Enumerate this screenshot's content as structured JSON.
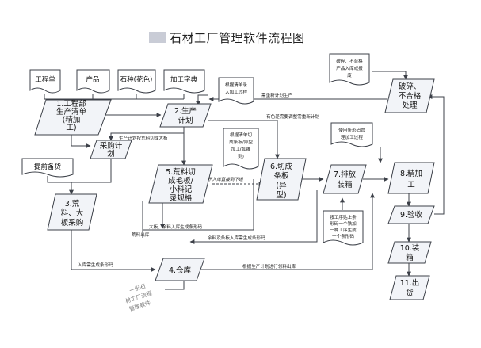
{
  "title": "石材工厂管理软件流程图",
  "inputs": [
    "工程单",
    "产品",
    "石种(花色)",
    "加工字典"
  ],
  "notes": {
    "record": [
      "根据清单录",
      "入加工过程"
    ],
    "cutting": [
      "根据清单切",
      "成条板/异型",
      "加工(如雕",
      "刻)"
    ],
    "break": [
      "破碎、不合格",
      "产品入库或报",
      "废"
    ],
    "code_mgmt": [
      "使用条形码管",
      "理加工过程"
    ],
    "pack_label": [
      "按工序贴上条",
      "形码一个铁加",
      "一种工序生成",
      "一个条形码"
    ],
    "advance": [
      "提前备货"
    ]
  },
  "steps": {
    "s1": [
      "1.工程部",
      "生产清单",
      "(精加",
      "工)"
    ],
    "s2": [
      "2.生产",
      "计划"
    ],
    "purchase": [
      "采购计",
      "划"
    ],
    "s3": [
      "3.荒",
      "料、大",
      "板采购"
    ],
    "s4": [
      "4.仓库"
    ],
    "s5": [
      "5.荒料切",
      "成毛板/",
      "小料记",
      "录规格"
    ],
    "s6": [
      "6.切成",
      "条板",
      "(异",
      "型)"
    ],
    "s7": [
      "7.排放",
      "装箱"
    ],
    "s8": [
      "8.精加",
      "工"
    ],
    "s9": [
      "9.验收"
    ],
    "s10": [
      "10.装",
      "箱"
    ],
    "s11": [
      "11.出",
      "货"
    ],
    "reject": [
      "破碎、",
      "不合格",
      "处理"
    ]
  },
  "labels": {
    "reproduce": "需重新计划生产",
    "color_adjust": "有色差需要调整需重新计划",
    "plan_cut": "生产计划按荒料切成大板",
    "not_stock": "不入库直接到下道",
    "slab_in": "大板、余料入库生成条形码",
    "raw_out": "荒料出库",
    "scrap_in": "余料及条板入库需生成条形码",
    "stock_code": "入库需生成条形码",
    "plan_out": "根据生产计划进行领料出库",
    "stamp": [
      "一份石",
      "材工厂流程",
      "管理软件"
    ]
  }
}
